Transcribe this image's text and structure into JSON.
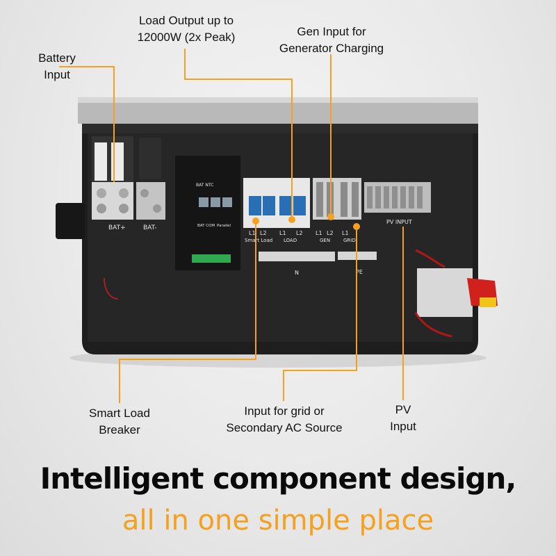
{
  "callouts": {
    "battery": {
      "line1": "Battery",
      "line2": "Input"
    },
    "load": {
      "line1": "Load Output up to",
      "line2": "12000W (2x Peak)"
    },
    "gen": {
      "line1": "Gen Input for",
      "line2": "Generator Charging"
    },
    "smart": {
      "line1": "Smart Load",
      "line2": "Breaker"
    },
    "grid": {
      "line1": "Input for grid or",
      "line2": "Secondary AC Source"
    },
    "pv": {
      "line1": "PV",
      "line2": "Input"
    }
  },
  "device_labels": {
    "bat_plus": "BAT+",
    "bat_minus": "BAT-",
    "bat_ntc": "BAT NTC",
    "bat_com": "BAT COM",
    "parallel": "Parallel",
    "l1": "L1",
    "l2": "L2",
    "smart_load": "Smart Load",
    "load": "LOAD",
    "gen": "GEN",
    "grid": "GRID",
    "pv_input": "PV INPUT",
    "n": "N",
    "pe": "PE"
  },
  "headline": "Intelligent component design,",
  "subline": "all in one simple place",
  "colors": {
    "accent": "#f5a01e",
    "text": "#111111",
    "housing": "#1c1c1c",
    "bezel": "#2b2b2b",
    "breaker": "#2a6fb5",
    "estop_red": "#d0211c",
    "estop_yellow": "#f2c318"
  }
}
